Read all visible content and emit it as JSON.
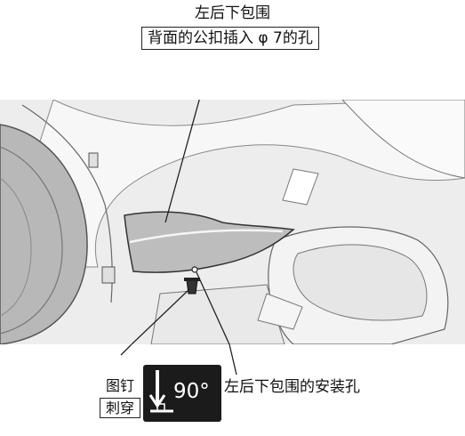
{
  "title": {
    "part": "左后下包围",
    "description": "背面的公扣插入 φ 7的孔"
  },
  "labels": {
    "clip_line1": "图钉",
    "clip_line2": "刺穿",
    "angle": "90°",
    "mounting_hole": "左后下包围的安装孔"
  },
  "icons": {
    "angle_icon": "pierce-90-degree-icon",
    "arrow": "down-arrow-icon"
  },
  "colors": {
    "icon_bg": "#1b1b1b",
    "part_fill": "#bdbdbd",
    "line": "#222222"
  }
}
